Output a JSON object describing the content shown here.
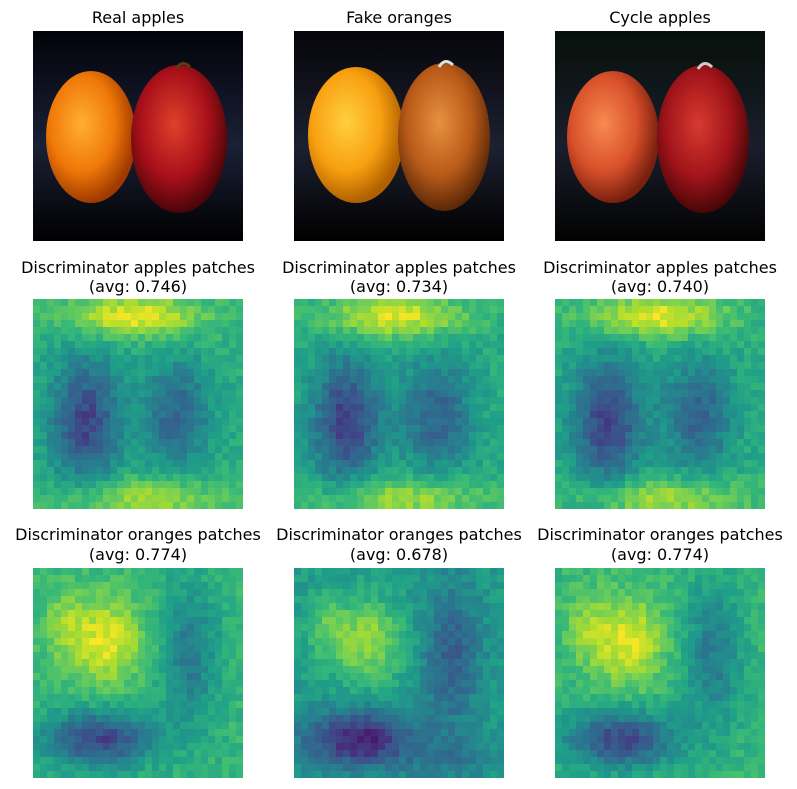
{
  "chart_data": [
    {
      "type": "image",
      "title": "Real apples"
    },
    {
      "type": "image",
      "title": "Fake oranges"
    },
    {
      "type": "image",
      "title": "Cycle apples"
    },
    {
      "type": "heatmap",
      "title_line1": "Discriminator apples patches",
      "title_line2": "(avg: 0.746)",
      "avg": 0.746,
      "colormap": "viridis",
      "grid": [
        30,
        30
      ]
    },
    {
      "type": "heatmap",
      "title_line1": "Discriminator apples patches",
      "title_line2": "(avg: 0.734)",
      "avg": 0.734,
      "colormap": "viridis",
      "grid": [
        30,
        30
      ]
    },
    {
      "type": "heatmap",
      "title_line1": "Discriminator apples patches",
      "title_line2": "(avg: 0.740)",
      "avg": 0.74,
      "colormap": "viridis",
      "grid": [
        30,
        30
      ]
    },
    {
      "type": "heatmap",
      "title_line1": "Discriminator oranges patches",
      "title_line2": "(avg: 0.774)",
      "avg": 0.774,
      "colormap": "viridis",
      "grid": [
        30,
        30
      ]
    },
    {
      "type": "heatmap",
      "title_line1": "Discriminator oranges patches",
      "title_line2": "(avg: 0.678)",
      "avg": 0.678,
      "colormap": "viridis",
      "grid": [
        30,
        30
      ]
    },
    {
      "type": "heatmap",
      "title_line1": "Discriminator oranges patches",
      "title_line2": "(avg: 0.774)",
      "avg": 0.774,
      "colormap": "viridis",
      "grid": [
        30,
        30
      ]
    }
  ]
}
